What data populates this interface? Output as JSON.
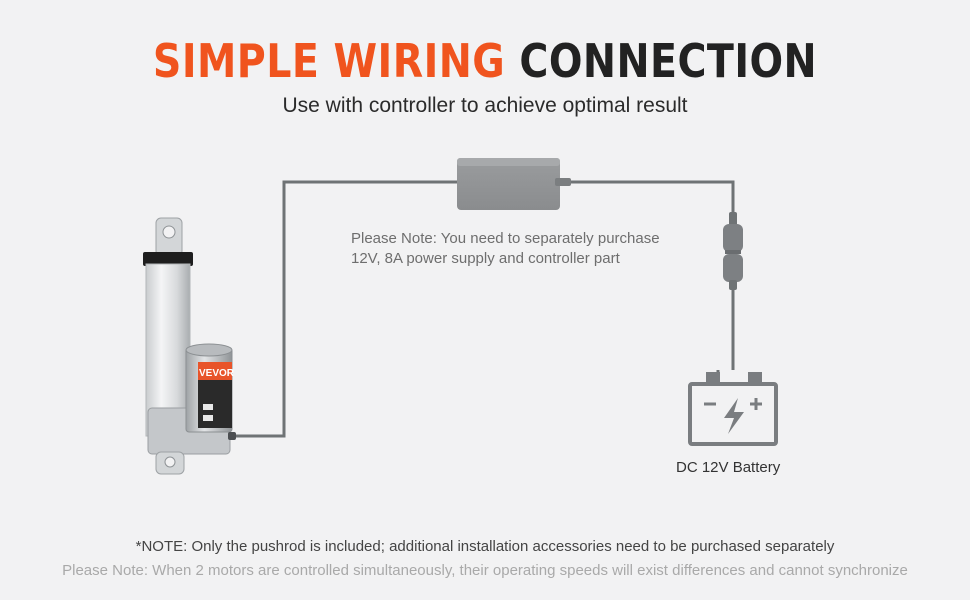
{
  "title": {
    "highlight": "SIMPLE WIRING",
    "rest": "CONNECTION"
  },
  "subtitle": "Use with controller to achieve optimal result",
  "note": {
    "line1": "Please Note: You need to separately purchase",
    "line2": "12V, 8A power supply and controller part"
  },
  "battery_label": "DC 12V Battery",
  "actuator": {
    "brand": "VEVOR"
  },
  "footer": {
    "note": "*NOTE: Only the pushrod is included; additional installation accessories need to be purchased separately",
    "warning": "Please Note: When 2 motors are controlled simultaneously, their operating speeds will exist differences and cannot synchronize"
  },
  "colors": {
    "accent": "#f0541e",
    "title_dark": "#222222",
    "wire": "#6f7375",
    "battery": "#7a7d80",
    "background": "#f2f2f3"
  },
  "icons": [
    "linear-actuator-icon",
    "controller-box-icon",
    "fuse-holder-icon",
    "battery-icon",
    "lightning-bolt-icon"
  ]
}
